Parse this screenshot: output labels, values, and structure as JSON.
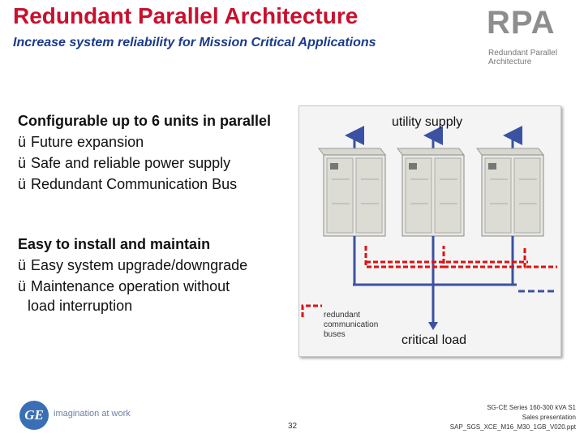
{
  "header": {
    "title": "Redundant Parallel Architecture",
    "subtitle": "Increase system reliability for Mission Critical Applications"
  },
  "logo": {
    "letters": "RPA",
    "caption": [
      "Redundant Parallel",
      "Architecture"
    ]
  },
  "section1": {
    "heading": "Configurable up to 6 units in parallel",
    "items": [
      "Future expansion",
      "Safe and reliable power supply",
      "Redundant Communication Bus"
    ]
  },
  "section2": {
    "heading": "Easy to install and maintain",
    "items": [
      "Easy system upgrade/downgrade",
      "Maintenance operation without"
    ],
    "continuation": "load interruption"
  },
  "check_symbol": "ü",
  "diagram": {
    "utility_label": "utility supply",
    "legend": [
      "redundant",
      "communication",
      "buses"
    ],
    "critical_label": "critical load",
    "colors": {
      "power_line": "#3b52a3",
      "comm_red": "#e01010",
      "comm_blue": "#3b52a3"
    }
  },
  "footer": {
    "tagline": "imagination at work",
    "page_number": "32",
    "right_lines": [
      "SG-CE Series 160-300 kVA S1",
      "Sales presentation",
      "SAP_SGS_XCE_M16_M30_1GB_V020.ppt"
    ]
  }
}
